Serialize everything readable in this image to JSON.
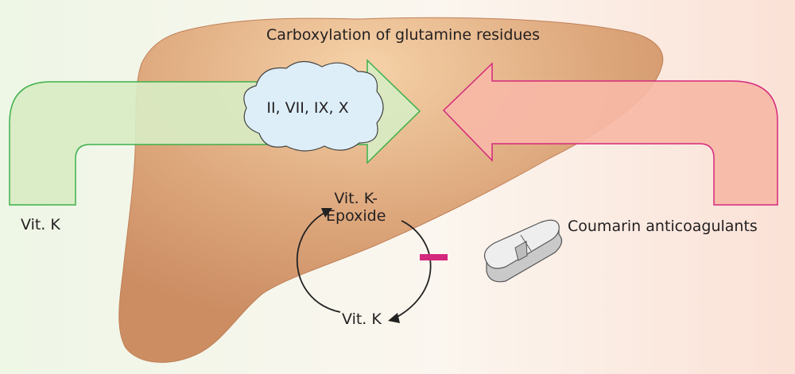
{
  "diagram": {
    "title": "Carboxylation of glutamine residues",
    "factors_label": "II, VII, IX, X",
    "vitk_source_label": "Vit. K",
    "epoxide_label_line1": "Vit. K-",
    "epoxide_label_line2": "Epoxide",
    "vitk_cycle_label": "Vit. K",
    "drug_label": "Coumarin anticoagulants",
    "colors": {
      "liver": "#d9a378",
      "green_arrow_fill": "#d8ecc3",
      "green_arrow_stroke": "#3cb04a",
      "red_arrow_fill": "#f7b9a6",
      "red_arrow_stroke": "#d4287d",
      "cloud_fill": "#ddeef8",
      "inhibition_bar": "#d4287d"
    }
  }
}
